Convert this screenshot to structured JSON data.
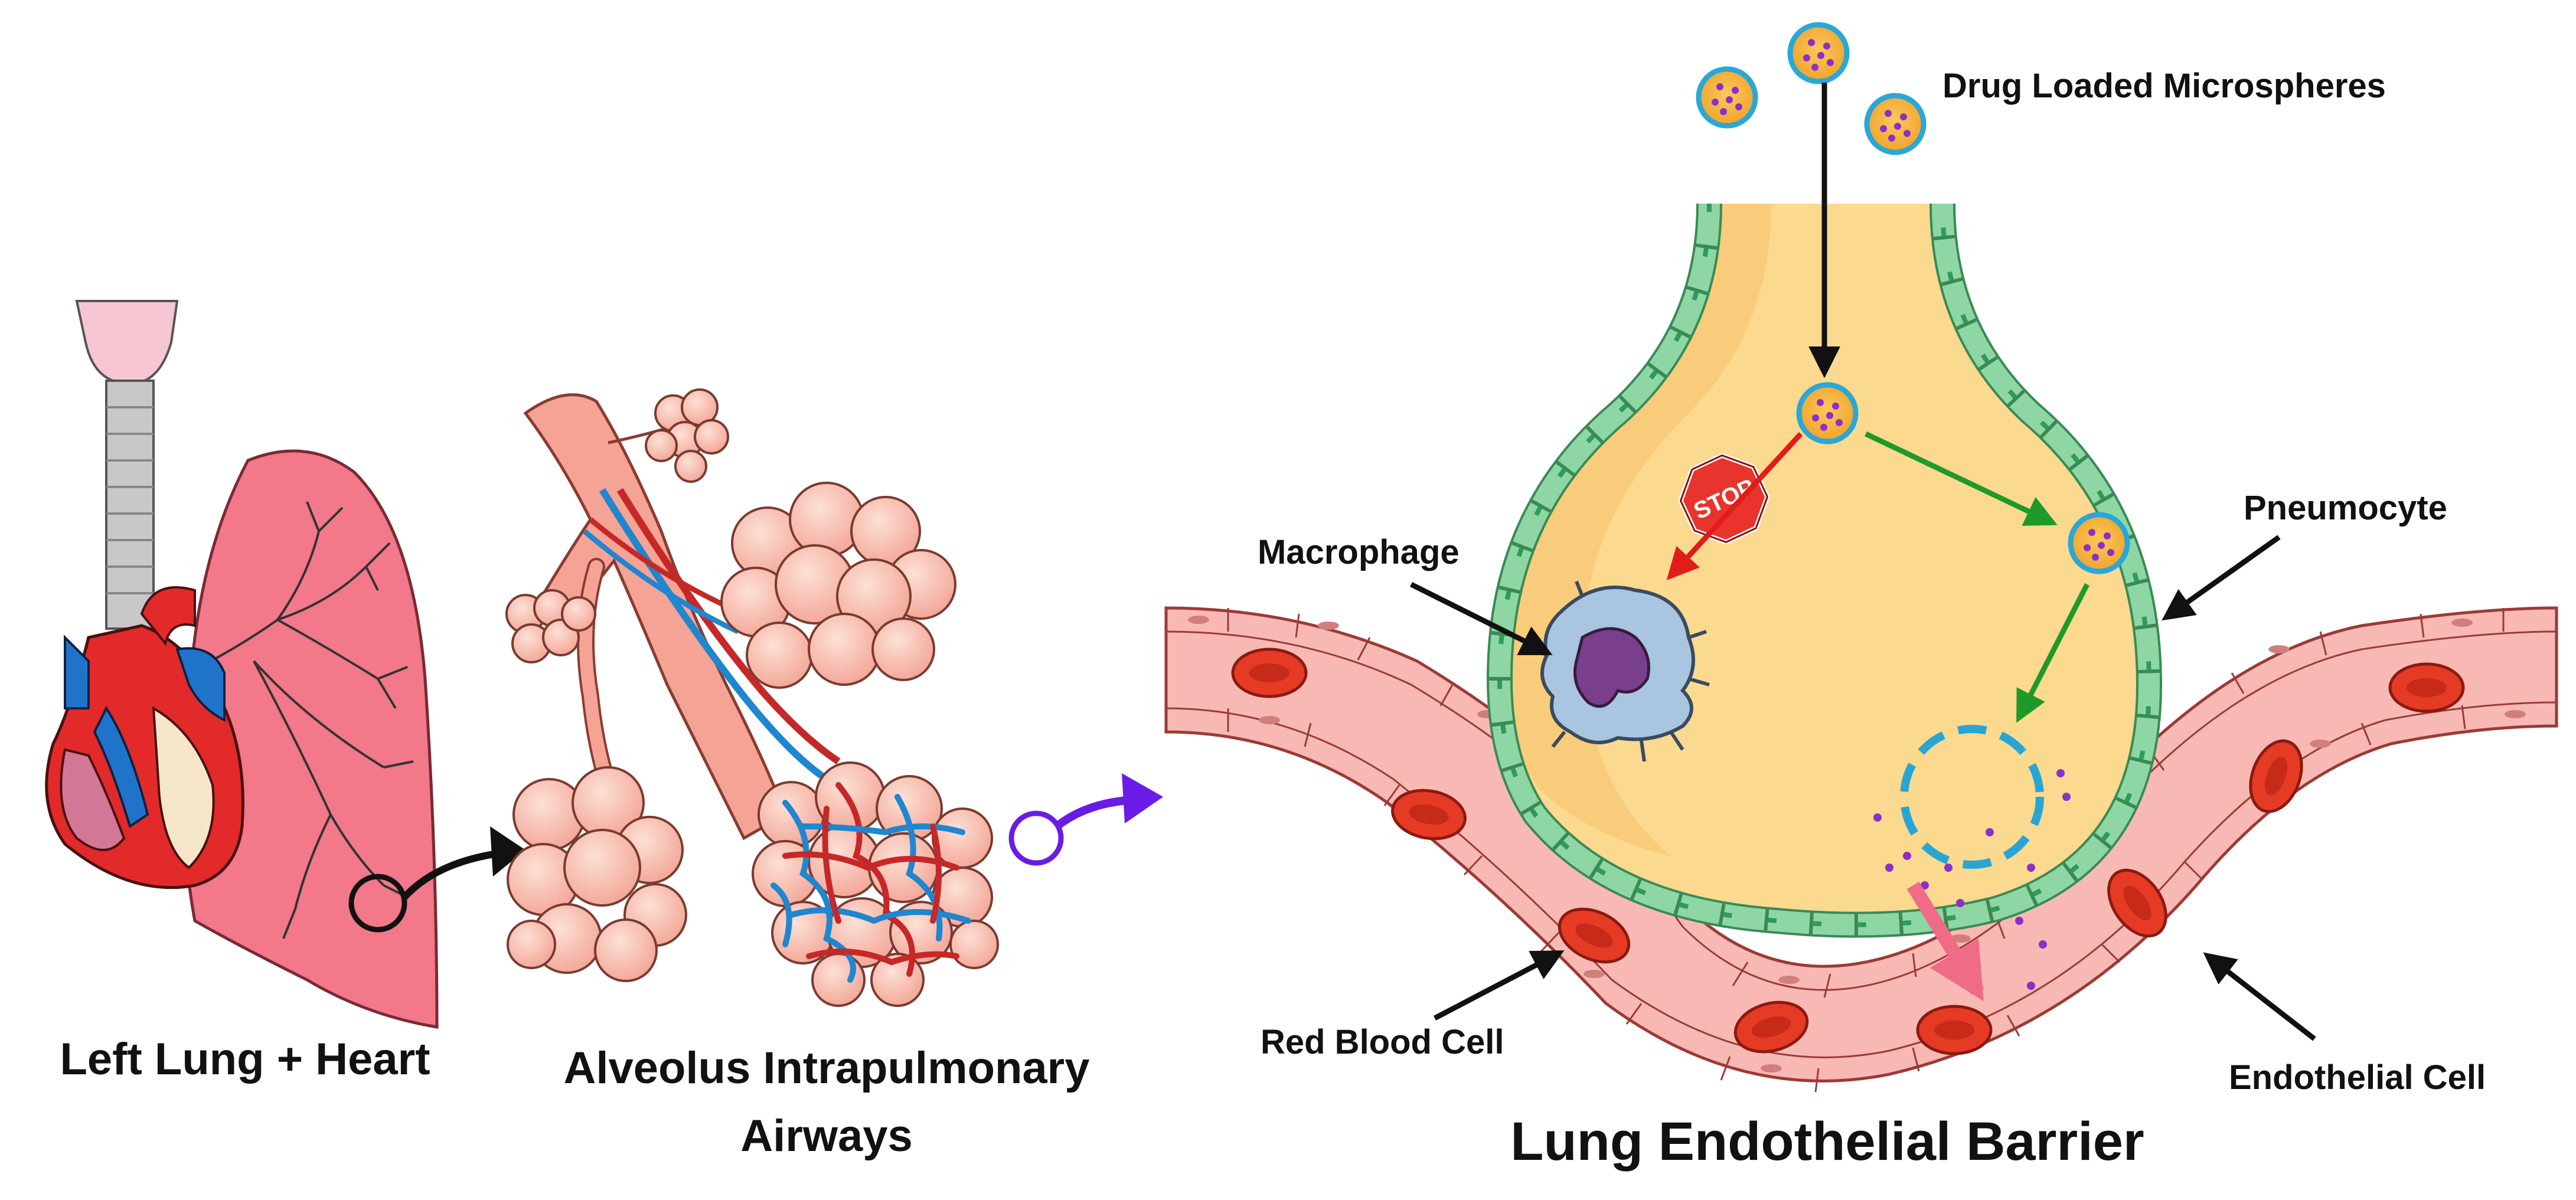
{
  "panels": {
    "left": {
      "caption": "Left Lung + Heart"
    },
    "middle": {
      "caption_line1": "Alveolus Intrapulmonary",
      "caption_line2": "Airways"
    },
    "right": {
      "caption": "Lung Endothelial Barrier"
    }
  },
  "labels": {
    "drug_loaded_microspheres": "Drug Loaded Microspheres",
    "macrophage": "Macrophage",
    "pneumocyte": "Pneumocyte",
    "red_blood_cell": "Red Blood Cell",
    "endothelial_cell": "Endothelial Cell",
    "stop_sign": "STOP"
  },
  "colors": {
    "lung": "#f2788a",
    "alveolus_fill": "#fbd98f",
    "vessel": "#f8b9b4",
    "rbc": "#e53a24",
    "pneumocyte": "#8ed7a4",
    "macrophage": "#a9c5e0",
    "microsphere": "#f6b23b",
    "stop": "#e8342c",
    "arrow_green": "#1e9a2a",
    "arrow_red": "#e21b1b",
    "arrow_purple": "#6a1be6",
    "release_dash": "#27a6d6"
  },
  "icons": [
    "trachea-icon",
    "heart-icon",
    "bronchial-tree-icon",
    "alveolar-cluster-icon",
    "capillary-network-icon",
    "microsphere-icon",
    "macrophage-icon",
    "red-blood-cell-icon",
    "stop-sign-icon",
    "magnify-circle-icon"
  ]
}
